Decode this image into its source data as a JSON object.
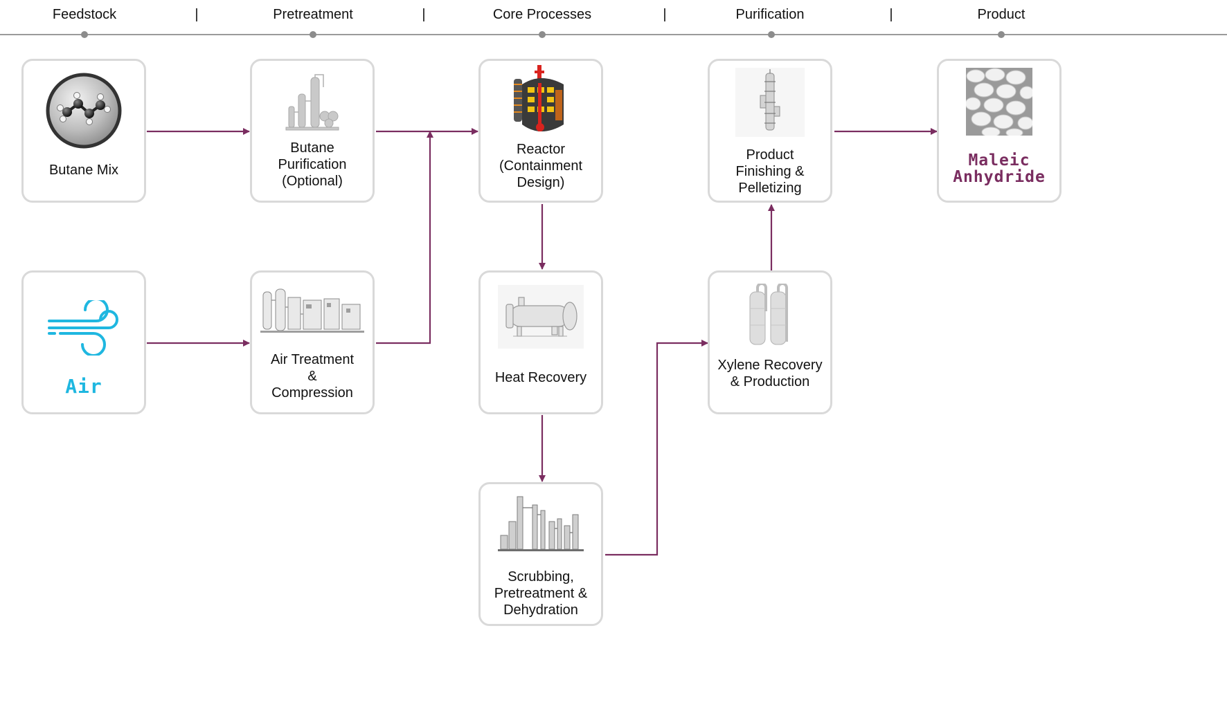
{
  "stages": [
    {
      "id": "feedstock",
      "label": "Feedstock"
    },
    {
      "id": "pretreatment",
      "label": "Pretreatment"
    },
    {
      "id": "core",
      "label": "Core Processes"
    },
    {
      "id": "purification",
      "label": "Purification"
    },
    {
      "id": "product",
      "label": "Product"
    }
  ],
  "separator": "|",
  "nodes": {
    "butane_mix": {
      "label": "Butane Mix",
      "icon": "butane-molecule-icon"
    },
    "butane_purification": {
      "label": "Butane\nPurification\n(Optional)",
      "icon": "refinery-column-icon"
    },
    "reactor": {
      "label": "Reactor\n(Containment\nDesign)",
      "icon": "reactor-icon"
    },
    "product_finishing": {
      "label": "Product\nFinishing &\nPelletizing",
      "icon": "distillation-tower-icon"
    },
    "maleic_anhydride": {
      "label": "Maleic\nAnhydride",
      "icon": "white-pellets-icon"
    },
    "air": {
      "label": "Air",
      "icon": "wind-icon"
    },
    "air_treatment": {
      "label": "Air Treatment\n&\nCompression",
      "icon": "compressor-units-icon"
    },
    "heat_recovery": {
      "label": "Heat Recovery",
      "icon": "heat-exchanger-icon"
    },
    "xylene_recovery": {
      "label": "Xylene Recovery\n& Production",
      "icon": "twin-vessels-icon"
    },
    "scrubbing": {
      "label": "Scrubbing,\nPretreatment &\nDehydration",
      "icon": "refinery-towers-icon"
    }
  },
  "colors": {
    "arrow": "#7a2d60",
    "product_text": "#7a2d60",
    "air_text": "#1fb7e0",
    "box_border": "#d9d9d9",
    "timeline": "#9a9a9a"
  }
}
